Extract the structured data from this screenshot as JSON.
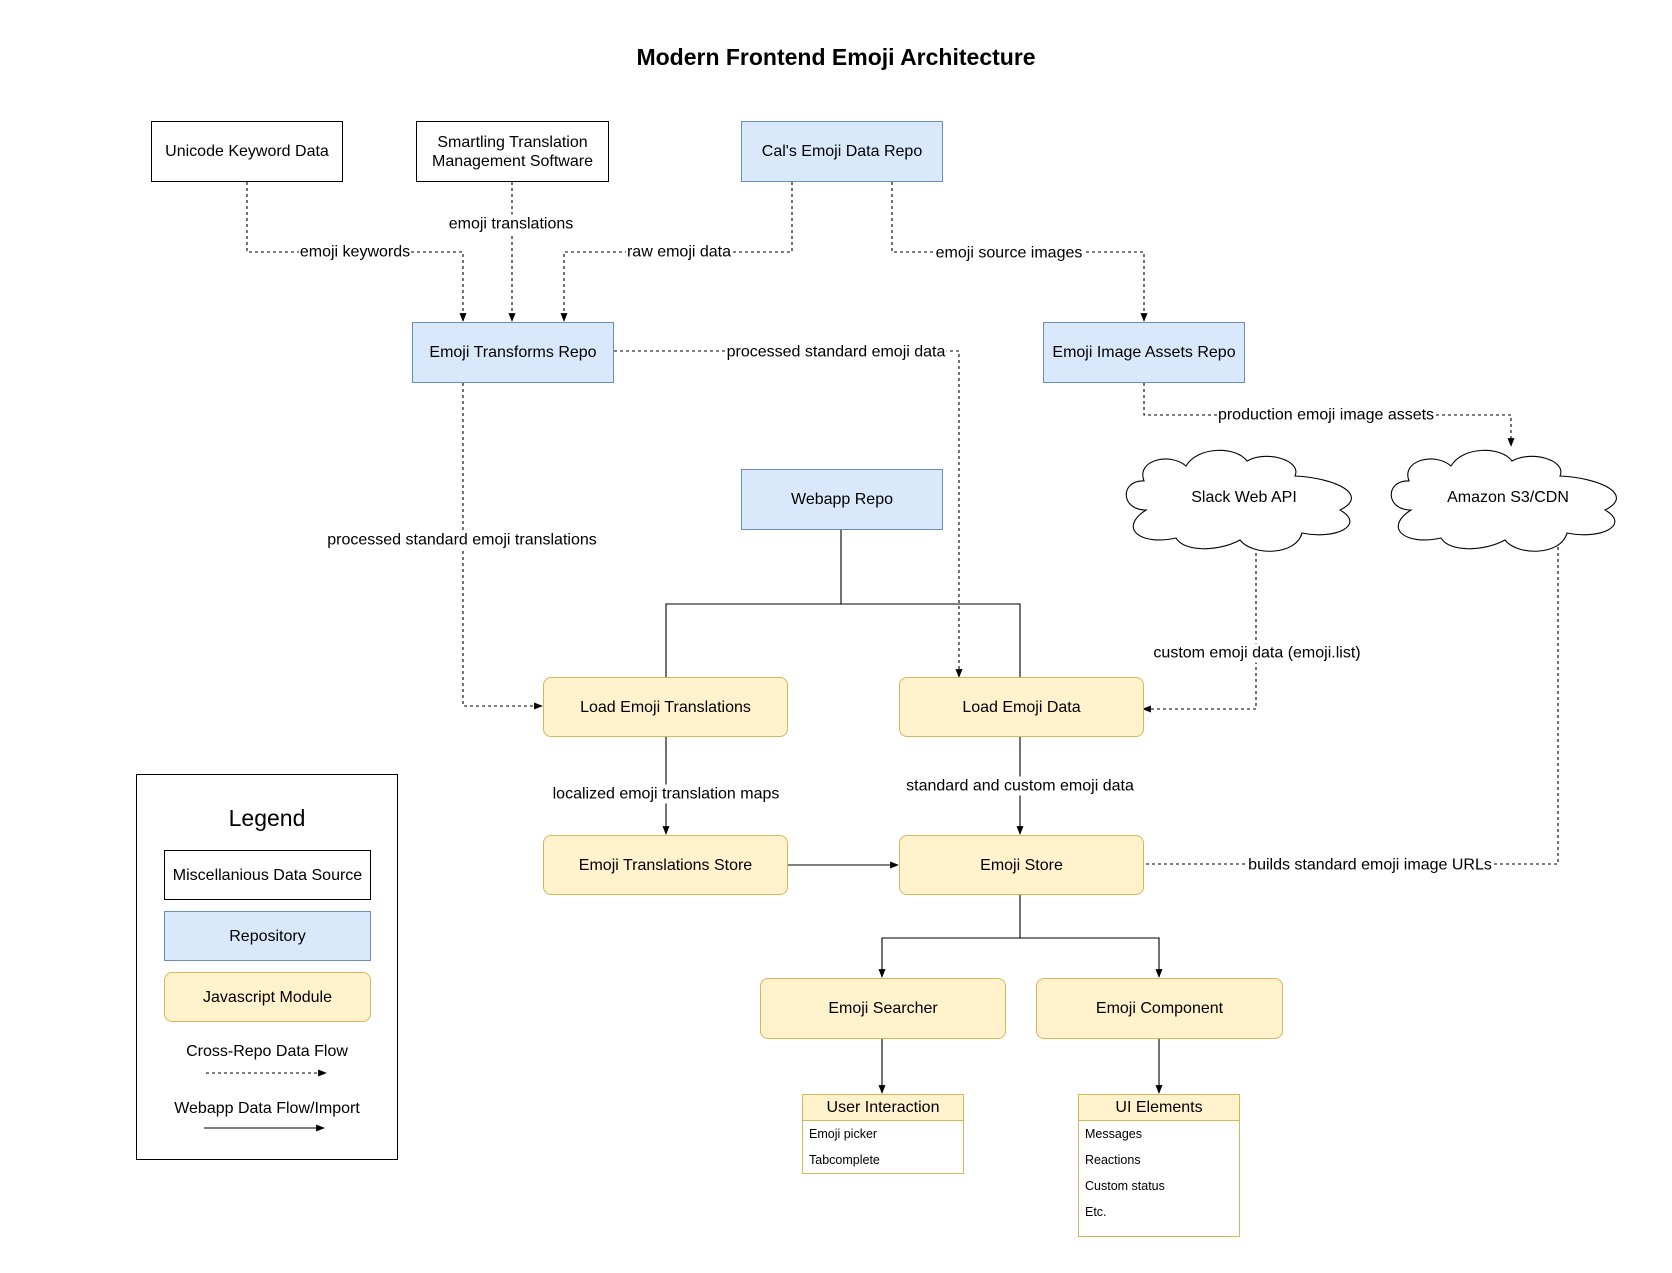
{
  "title": "Modern Frontend Emoji Architecture",
  "nodes": {
    "unicode": "Unicode Keyword Data",
    "smartling": "Smartling Translation Management Software",
    "cals_repo": "Cal's Emoji Data Repo",
    "transforms_repo": "Emoji Transforms Repo",
    "image_assets_repo": "Emoji Image Assets Repo",
    "webapp_repo": "Webapp Repo",
    "slack_api": "Slack Web API",
    "s3_cdn": "Amazon S3/CDN",
    "load_translations": "Load Emoji Translations",
    "load_data": "Load Emoji Data",
    "translations_store": "Emoji Translations Store",
    "emoji_store": "Emoji Store",
    "searcher": "Emoji Searcher",
    "component": "Emoji Component"
  },
  "edge_labels": {
    "keywords": "emoji keywords",
    "translations": "emoji translations",
    "raw_data": "raw emoji data",
    "source_images": "emoji source images",
    "processed_data": "processed standard emoji data",
    "production_assets": "production emoji image assets",
    "processed_translations": "processed standard emoji translations",
    "custom_data": "custom emoji data (emoji.list)",
    "localized_maps": "localized emoji translation maps",
    "standard_custom": "standard and custom emoji data",
    "image_urls": "builds standard emoji image URLs"
  },
  "user_interaction": {
    "title": "User Interaction",
    "items": [
      "Emoji picker",
      "Tabcomplete"
    ]
  },
  "ui_elements": {
    "title": "UI Elements",
    "items": [
      "Messages",
      "Reactions",
      "Custom status",
      "Etc."
    ]
  },
  "legend": {
    "title": "Legend",
    "misc": "Miscellanious Data Source",
    "repo": "Repository",
    "module": "Javascript Module",
    "cross_repo": "Cross-Repo Data Flow",
    "webapp_flow": "Webapp Data Flow/Import"
  },
  "colors": {
    "repo_fill": "#dae8fc",
    "repo_stroke": "#6c8ebf",
    "module_fill": "#fff2cc",
    "module_stroke": "#d6b656"
  }
}
